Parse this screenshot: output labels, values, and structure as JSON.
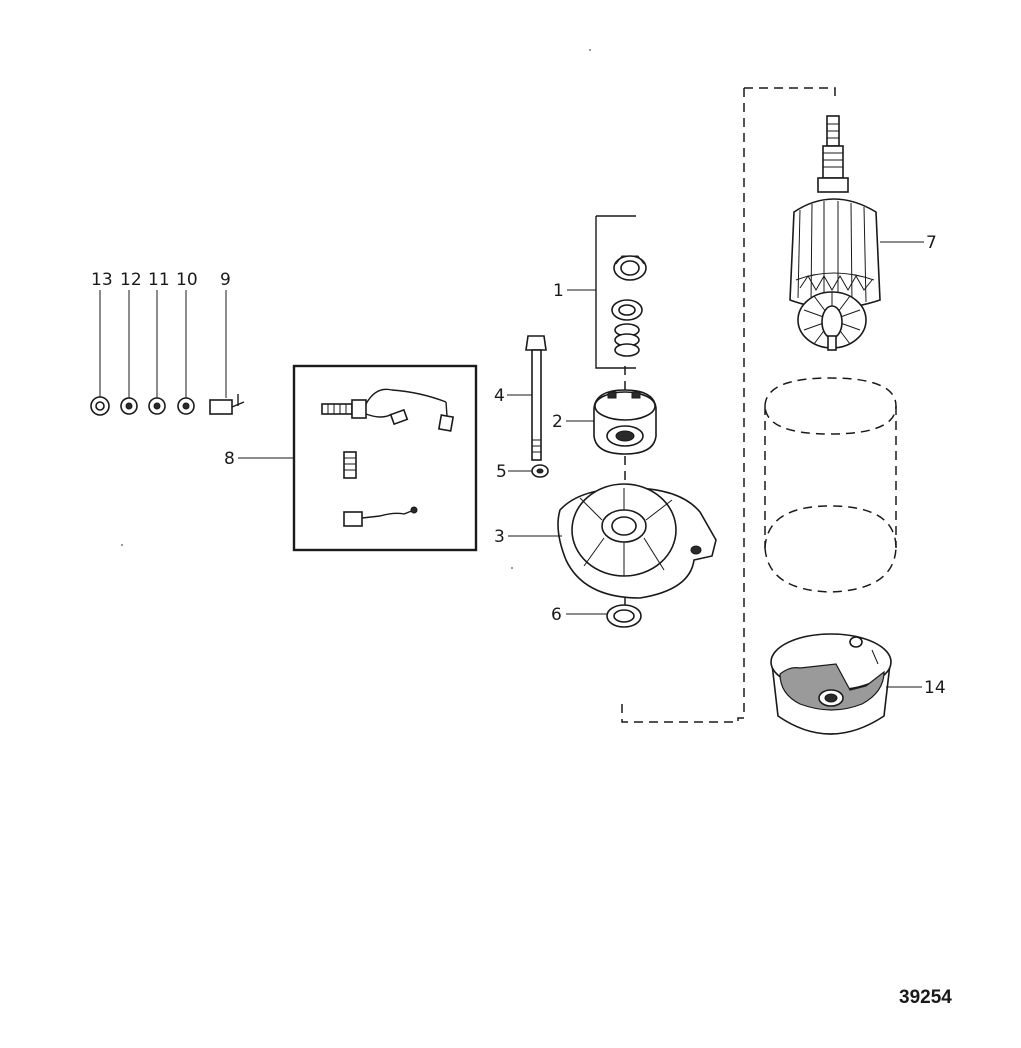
{
  "diagram": {
    "figure_number": "39254",
    "callouts": [
      {
        "id": "1",
        "label": "1"
      },
      {
        "id": "2",
        "label": "2"
      },
      {
        "id": "3",
        "label": "3"
      },
      {
        "id": "4",
        "label": "4"
      },
      {
        "id": "5",
        "label": "5"
      },
      {
        "id": "6",
        "label": "6"
      },
      {
        "id": "7",
        "label": "7"
      },
      {
        "id": "8",
        "label": "8"
      },
      {
        "id": "9",
        "label": "9"
      },
      {
        "id": "10",
        "label": "10"
      },
      {
        "id": "11",
        "label": "11"
      },
      {
        "id": "12",
        "label": "12"
      },
      {
        "id": "13",
        "label": "13"
      },
      {
        "id": "14",
        "label": "14"
      }
    ]
  }
}
